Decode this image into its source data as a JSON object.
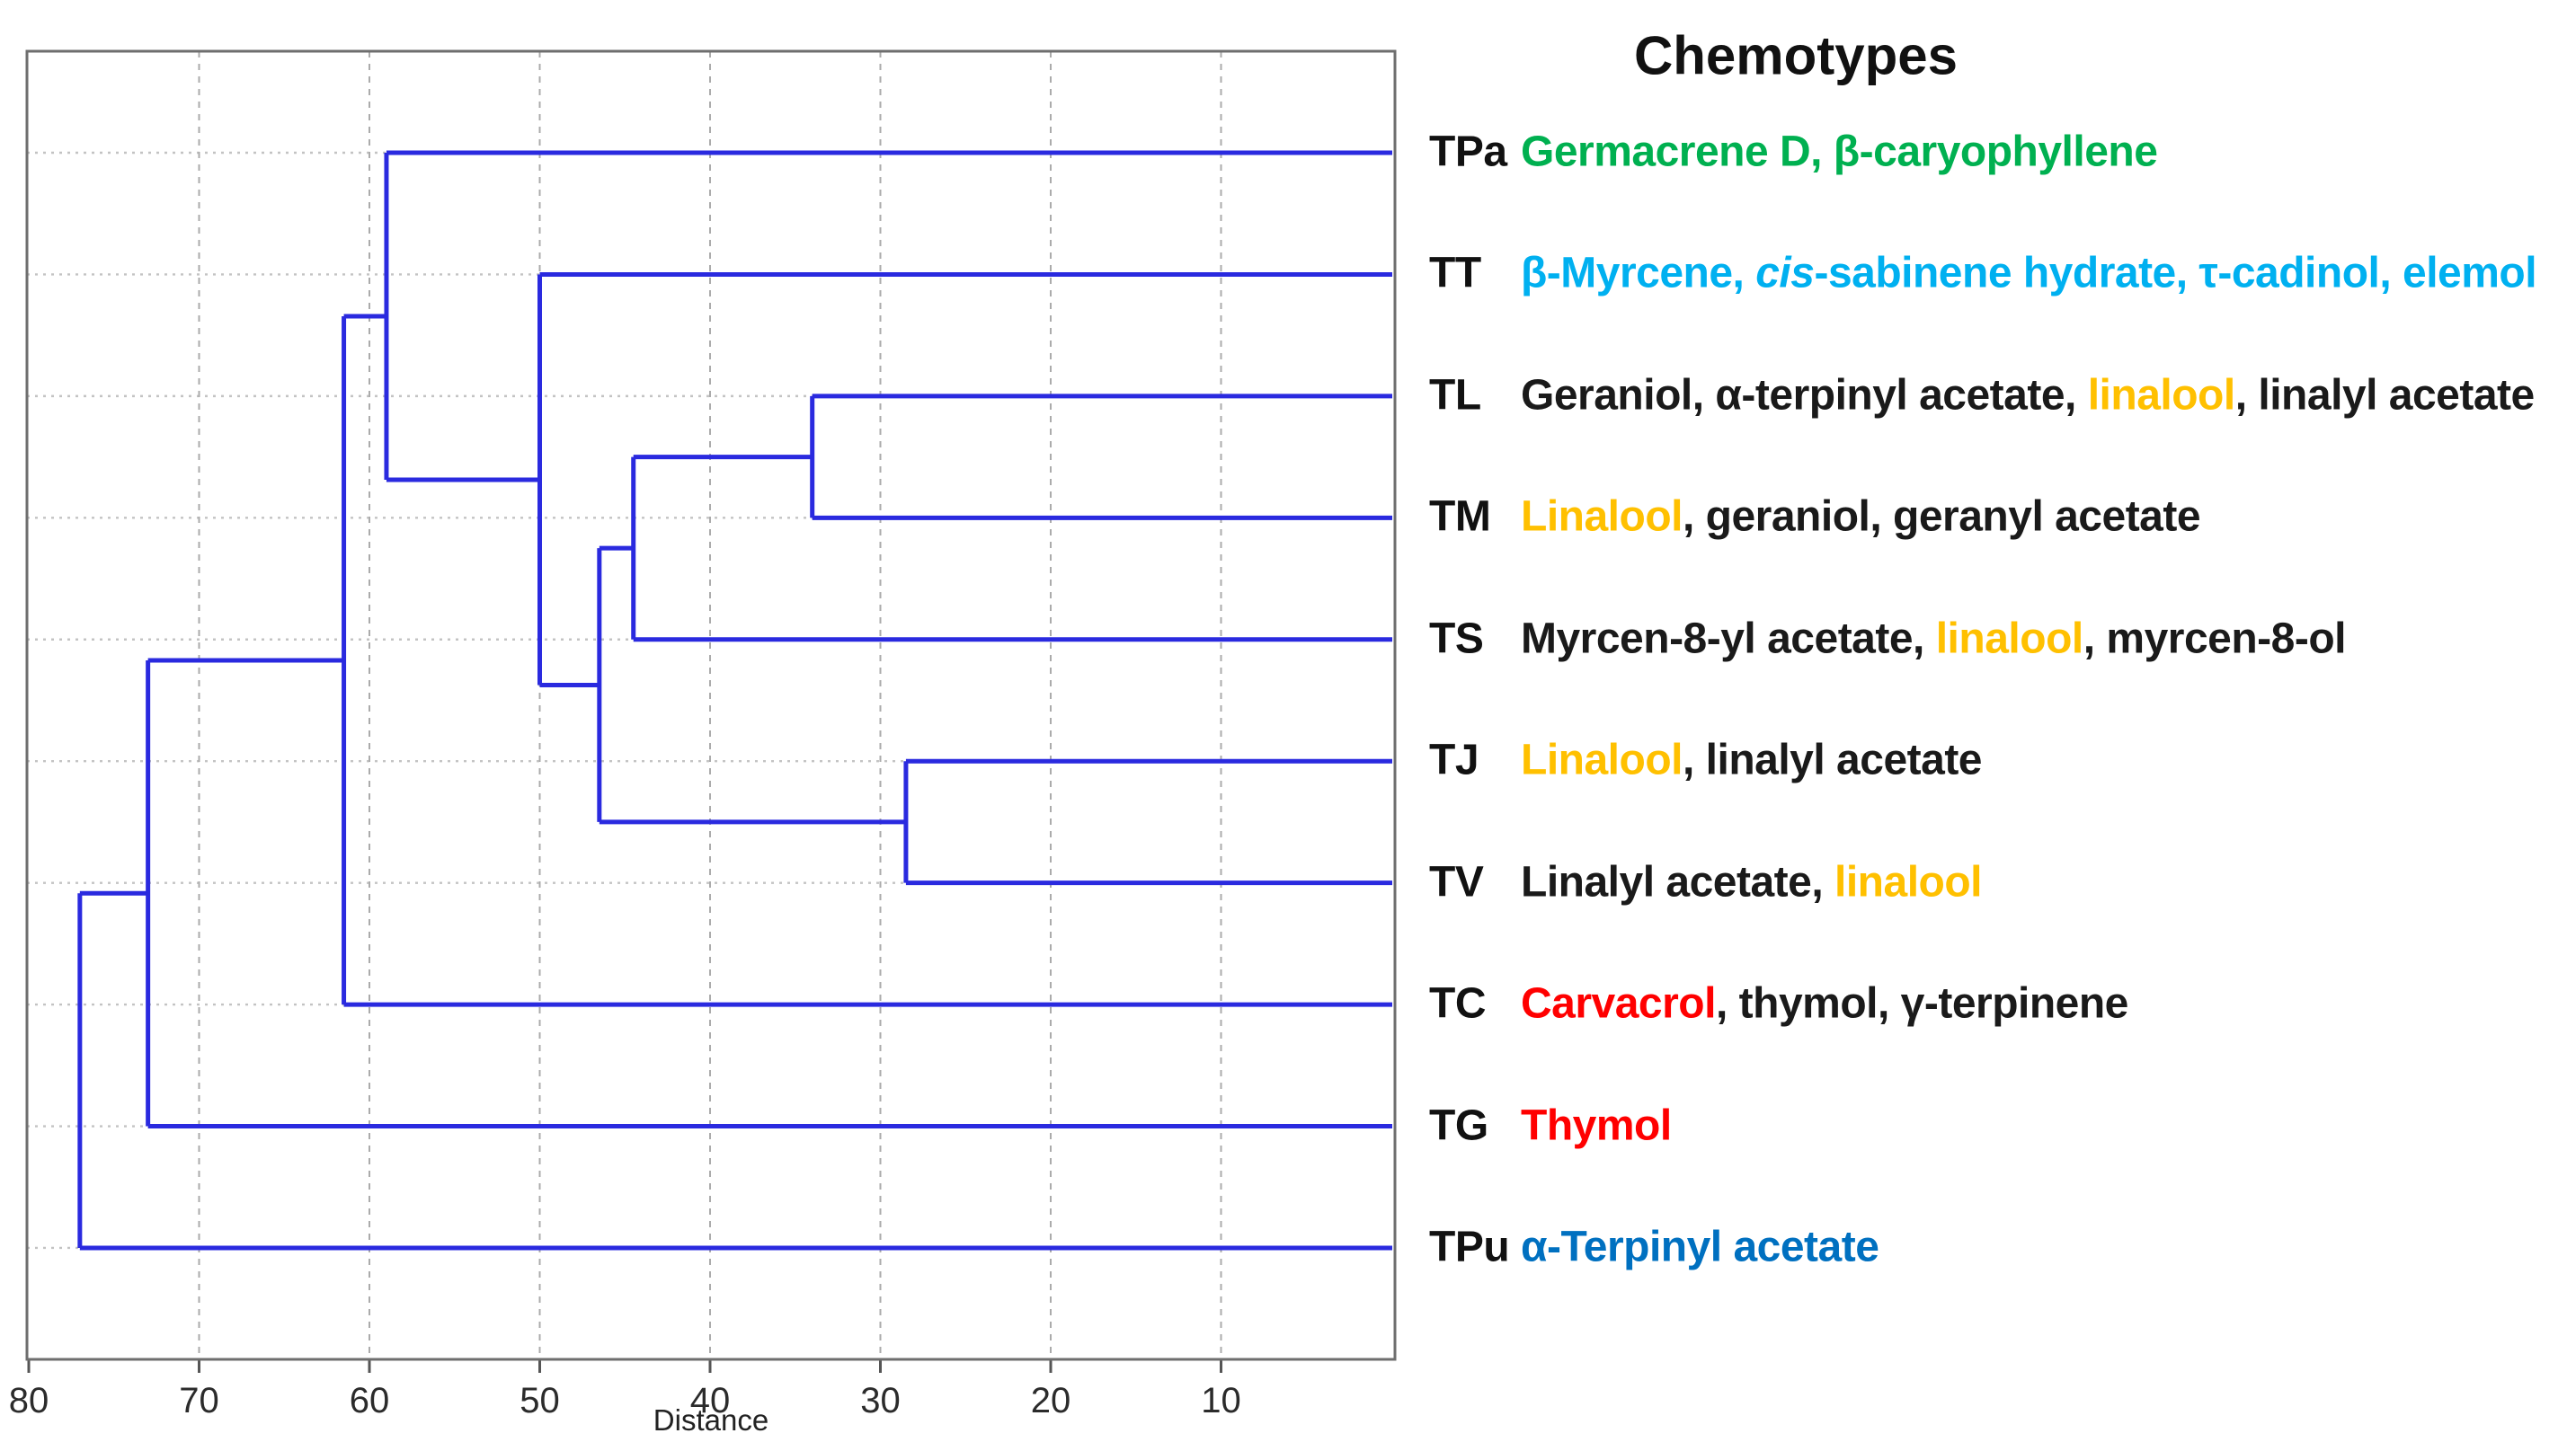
{
  "title": "Chemotypes",
  "axis": {
    "label": "Distance",
    "tick_labels": [
      "80",
      "70",
      "60",
      "50",
      "40",
      "30",
      "20",
      "10"
    ]
  },
  "palette": {
    "green": "#00B050",
    "lightblue": "#00B0F0",
    "orange": "#FFC000",
    "red": "#FF0000",
    "blue": "#0070C0",
    "black": "#1a1a1a",
    "dendrogram_line": "#2A2ADF",
    "grid_vertical": "#ababab",
    "grid_horizontal": "#c3c3c3",
    "plot_border": "#6e6e6e",
    "tick_text": "#2b2b2b"
  },
  "chart_data": {
    "type": "dendrogram",
    "title": "Chemotypes",
    "xlabel": "Distance",
    "orientation": "horizontal, root at left, leaves at right (distance 0)",
    "axis_range": [
      80,
      0
    ],
    "axis_ticks": [
      80,
      70,
      60,
      50,
      40,
      30,
      20,
      10
    ],
    "grid": "vertical dashed gridlines at ticks, horizontal dotted gridlines at each leaf row",
    "leaves": [
      "TPa",
      "TT",
      "TL",
      "TM",
      "TS",
      "TJ",
      "TV",
      "TC",
      "TG",
      "TPu"
    ],
    "merges": [
      {
        "id": "m1",
        "children": [
          "TL",
          "TM"
        ],
        "distance": 34
      },
      {
        "id": "m2",
        "children": [
          "m1",
          "TS"
        ],
        "distance": 44.5
      },
      {
        "id": "m3",
        "children": [
          "TJ",
          "TV"
        ],
        "distance": 28.5
      },
      {
        "id": "m4",
        "children": [
          "m2",
          "m3"
        ],
        "distance": 46.5
      },
      {
        "id": "m5",
        "children": [
          "TT",
          "m4"
        ],
        "distance": 50
      },
      {
        "id": "m6",
        "children": [
          "TPa",
          "m5"
        ],
        "distance": 59
      },
      {
        "id": "m7",
        "children": [
          "m6",
          "TC"
        ],
        "distance": 61.5
      },
      {
        "id": "m8",
        "children": [
          "m7",
          "TG"
        ],
        "distance": 73
      },
      {
        "id": "m9",
        "children": [
          "m8",
          "TPu"
        ],
        "distance": 77
      }
    ]
  },
  "rows": [
    {
      "code": "TPa",
      "segments": [
        {
          "text": "Germacrene D, β-caryophyllene",
          "color": "green"
        }
      ]
    },
    {
      "code": "TT",
      "segments": [
        {
          "text": "β-Myrcene, ",
          "color": "lightblue"
        },
        {
          "text": "cis",
          "color": "lightblue",
          "italic": true
        },
        {
          "text": "-sabinene hydrate, τ-cadinol, elemol",
          "color": "lightblue"
        }
      ]
    },
    {
      "code": "TL",
      "segments": [
        {
          "text": "Geraniol, α-terpinyl acetate, ",
          "color": "black"
        },
        {
          "text": "linalool",
          "color": "orange"
        },
        {
          "text": ", linalyl acetate",
          "color": "black"
        }
      ]
    },
    {
      "code": "TM",
      "segments": [
        {
          "text": "Linalool",
          "color": "orange"
        },
        {
          "text": ", geraniol, geranyl acetate",
          "color": "black"
        }
      ]
    },
    {
      "code": "TS",
      "segments": [
        {
          "text": "Myrcen-8-yl acetate, ",
          "color": "black"
        },
        {
          "text": "linalool",
          "color": "orange"
        },
        {
          "text": ", myrcen-8-ol",
          "color": "black"
        }
      ]
    },
    {
      "code": "TJ",
      "segments": [
        {
          "text": "Linalool",
          "color": "orange"
        },
        {
          "text": ", linalyl acetate",
          "color": "black"
        }
      ]
    },
    {
      "code": "TV",
      "segments": [
        {
          "text": "Linalyl acetate, ",
          "color": "black"
        },
        {
          "text": "linalool",
          "color": "orange"
        }
      ]
    },
    {
      "code": "TC",
      "segments": [
        {
          "text": "Carvacrol",
          "color": "red"
        },
        {
          "text": ", thymol, γ-terpinene",
          "color": "black"
        }
      ]
    },
    {
      "code": "TG",
      "segments": [
        {
          "text": "Thymol",
          "color": "red"
        }
      ]
    },
    {
      "code": "TPu",
      "segments": [
        {
          "text": "α-Terpinyl acetate",
          "color": "blue"
        }
      ]
    }
  ]
}
